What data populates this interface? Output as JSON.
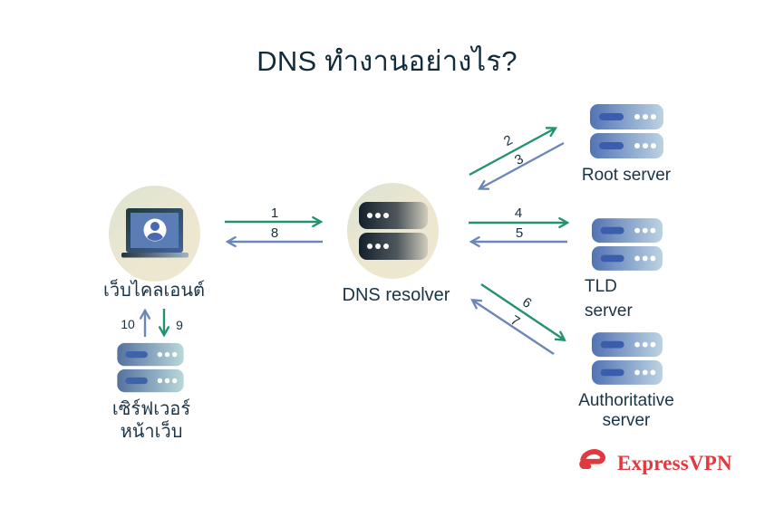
{
  "title": "DNS ทำงานอย่างไร?",
  "nodes": {
    "client": {
      "label": "เว็บไคลเอนต์"
    },
    "resolver": {
      "label": "DNS resolver"
    },
    "root": {
      "label": "Root server"
    },
    "tld": {
      "line1": "TLD",
      "line2": "server"
    },
    "authoritative": {
      "line1": "Authoritative",
      "line2": "server"
    },
    "webserver": {
      "line1": "เซิร์ฟเวอร์",
      "line2": "หน้าเว็บ"
    }
  },
  "steps": {
    "s1": "1",
    "s2": "2",
    "s3": "3",
    "s4": "4",
    "s5": "5",
    "s6": "6",
    "s7": "7",
    "s8": "8",
    "s9": "9",
    "s10": "10"
  },
  "branding": {
    "name": "ExpressVPN"
  },
  "colors": {
    "arrow_green": "#23926f",
    "arrow_blue": "#6b87b8",
    "text_dark": "#16303f",
    "brand_red": "#e0393f",
    "circle_cream": "#ece6d0"
  }
}
